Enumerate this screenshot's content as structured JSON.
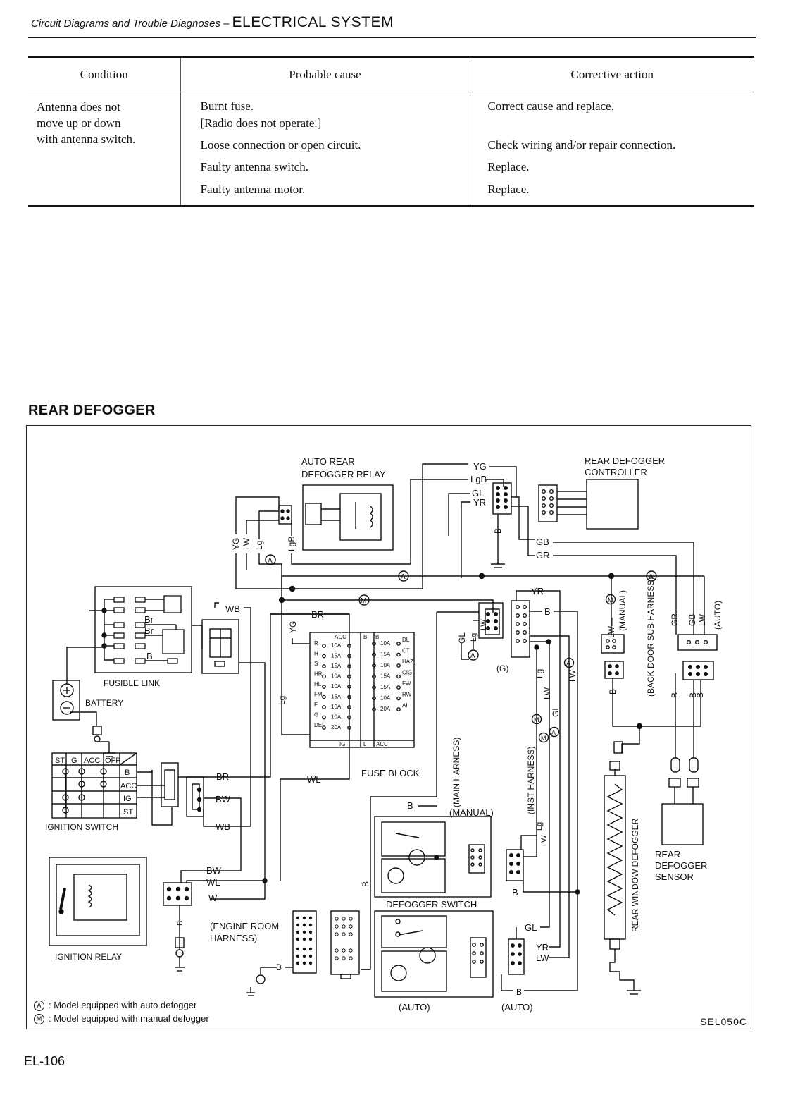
{
  "header": {
    "section": "Circuit Diagrams and Trouble Diagnoses –",
    "system": "ELECTRICAL SYSTEM"
  },
  "table": {
    "headers": [
      "Condition",
      "Probable cause",
      "Corrective action"
    ],
    "condition_lines": [
      "Antenna does not",
      "move up or down",
      "with antenna switch."
    ],
    "causes": [
      "Burnt fuse.",
      "[Radio does not operate.]",
      "Loose connection or open circuit.",
      "Faulty antenna switch.",
      "Faulty antenna motor."
    ],
    "actions": [
      "Correct cause and replace.",
      "",
      "Check wiring and/or repair connection.",
      "Replace.",
      "Replace."
    ]
  },
  "section_title": "REAR DEFOGGER",
  "diagram": {
    "components": {
      "relay_line1": "AUTO REAR",
      "relay_line2": "DEFOGGER RELAY",
      "controller_line1": "REAR DEFOGGER",
      "controller_line2": "CONTROLLER",
      "fusible_link": "FUSIBLE LINK",
      "battery": "BATTERY",
      "ignition_switch": "IGNITION SWITCH",
      "ignition_relay": "IGNITION RELAY",
      "fuse_block": "FUSE BLOCK",
      "engine_room_1": "(ENGINE ROOM",
      "engine_room_2": "HARNESS)",
      "defogger_switch": "DEFOGGER SWITCH",
      "manual": "(MANUAL)",
      "auto_1": "(AUTO)",
      "auto_2": "(AUTO)",
      "sensor_1": "REAR",
      "sensor_2": "DEFOGGER",
      "sensor_3": "SENSOR",
      "main_harness": "(MAIN HARNESS)",
      "inst_harness": "(INST HARNESS)",
      "back_door": "(BACK DOOR SUB HARNESS)",
      "rear_window": "REAR WINDOW DEFOGGER",
      "g_label": "(G)",
      "auto_vert": "(AUTO)",
      "manual_vert": "(MANUAL)"
    },
    "fusible_link_labels": [
      "Br",
      "Br",
      "B"
    ],
    "ignition_switch_table": {
      "columns": [
        "ST",
        "IG",
        "ACC",
        "OFF"
      ],
      "rows": [
        "B",
        "ACC",
        "IG",
        "ST"
      ]
    },
    "fuses_left": [
      {
        "code": "R",
        "amp": "10A"
      },
      {
        "code": "H",
        "amp": "15A"
      },
      {
        "code": "S",
        "amp": "15A"
      },
      {
        "code": "HR",
        "amp": "10A"
      },
      {
        "code": "HL",
        "amp": "10A"
      },
      {
        "code": "FM",
        "amp": "15A"
      },
      {
        "code": "F",
        "amp": "10A"
      },
      {
        "code": "G",
        "amp": "10A"
      },
      {
        "code": "DEF",
        "amp": "20A"
      }
    ],
    "fuses_right": [
      {
        "code": "DL",
        "amp": "10A"
      },
      {
        "code": "CT",
        "amp": "15A"
      },
      {
        "code": "HAZ",
        "amp": "10A"
      },
      {
        "code": "CIG",
        "amp": "15A"
      },
      {
        "code": "FW",
        "amp": "15A"
      },
      {
        "code": "RW",
        "amp": "10A"
      },
      {
        "code": "AI",
        "amp": "20A"
      }
    ],
    "fuse_block_heads": {
      "acc": "ACC",
      "b1": "B",
      "b2": "B",
      "ig": "IG",
      "l": "L",
      "acc_bottom": "ACC"
    },
    "wires": {
      "YG": "YG",
      "LgB": "LgB",
      "GL": "GL",
      "YR": "YR",
      "GB": "GB",
      "GR": "GR",
      "WB": "WB",
      "BR": "BR",
      "B": "B",
      "LW": "LW",
      "Lg": "Lg",
      "WL": "WL",
      "BW": "BW",
      "W": "W"
    },
    "vertical_wire_labels": {
      "yg": "YG",
      "lw": "LW",
      "lg": "Lg",
      "lgb": "LgB",
      "yg2": "YG",
      "lg2": "Lg",
      "gl": "GL",
      "lg3": "Lg",
      "lw2": "LW",
      "gl2": "GL",
      "lw3": "LW",
      "lg4": "Lg",
      "lw4": "LW",
      "b": "B",
      "b2": "B",
      "lwm": "LW—",
      "gr": "GR",
      "gb": "GB",
      "lw5": "LW",
      "b3": "B",
      "b4": "B",
      "b5": "B",
      "b6": "B",
      "b7": "B"
    },
    "markers": {
      "a": "A",
      "m": "M"
    },
    "legend": [
      {
        "symbol": "A",
        "text": ": Model equipped with auto defogger"
      },
      {
        "symbol": "M",
        "text": ": Model equipped with manual defogger"
      }
    ],
    "code": "SEL050C"
  },
  "page_number": "EL-106"
}
